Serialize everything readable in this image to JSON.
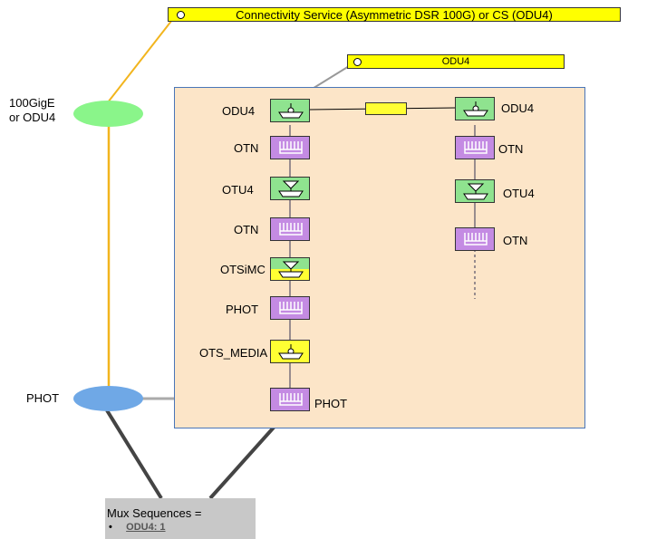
{
  "connectivity_service": {
    "label": "Connectivity Service (Asymmetric DSR 100G) or CS (ODU4)"
  },
  "odu4_bar": {
    "label": "ODU4"
  },
  "endpoints": {
    "top": "100GigE\nor ODU4",
    "bottom": "PHOT"
  },
  "left_stack": [
    "ODU4",
    "OTN",
    "OTU4",
    "OTN",
    "OTSiMC",
    "PHOT",
    "OTS_MEDIA",
    "PHOT"
  ],
  "right_stack": [
    "ODU4",
    "OTN",
    "OTU4",
    "OTN"
  ],
  "mux": {
    "title": "Mux Sequences =",
    "bullet": "•",
    "item": "ODU4: 1"
  },
  "colors": {
    "green": "#8fe38f",
    "purple": "#c48be3",
    "yellow": "#ffff33",
    "panel": "#fce5c8",
    "blue_ellipse": "#6fa8e6",
    "green_ellipse": "#8af58a",
    "gold_line": "#f2b51e"
  }
}
